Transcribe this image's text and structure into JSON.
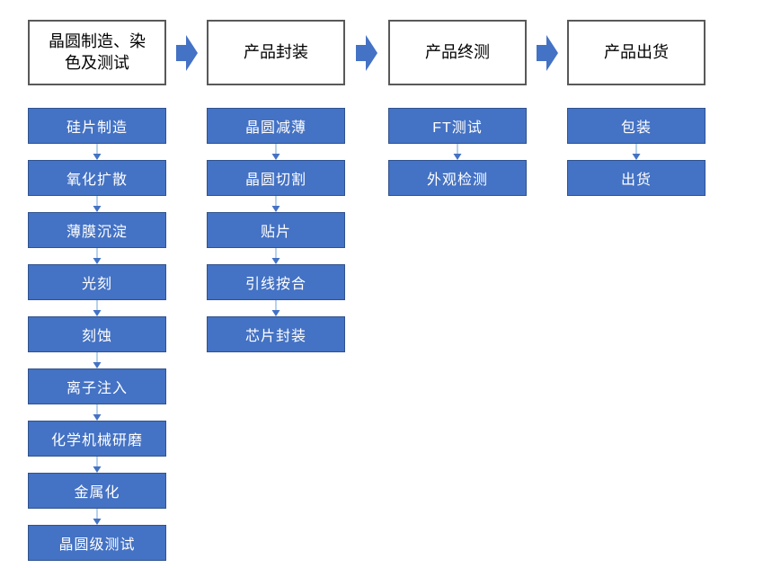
{
  "flowchart": {
    "title": "",
    "columns": [
      {
        "header": "晶圆制造、染色及测试",
        "steps": [
          "硅片制造",
          "氧化扩散",
          "薄膜沉淀",
          "光刻",
          "刻蚀",
          "离子注入",
          "化学机械研磨",
          "金属化",
          "晶圆级测试"
        ]
      },
      {
        "header": "产品封装",
        "steps": [
          "晶圆减薄",
          "晶圆切割",
          "贴片",
          "引线按合",
          "芯片封装"
        ]
      },
      {
        "header": "产品终测",
        "steps": [
          "FT测试",
          "外观检测"
        ]
      },
      {
        "header": "产品出货",
        "steps": [
          "包装",
          "出货"
        ]
      }
    ]
  },
  "colors": {
    "box_fill": "#4472C4",
    "box_border": "#2F528F",
    "step_text": "#FFFFFF",
    "header_border": "#595959",
    "header_text": "#000000",
    "connector_line": "#9DC3E6",
    "connector_head": "#4472C4",
    "stage_arrow_fill": "#4472C4"
  },
  "icons": {
    "stage_arrow": "block-arrow-right",
    "connector": "thin-arrow-down"
  }
}
